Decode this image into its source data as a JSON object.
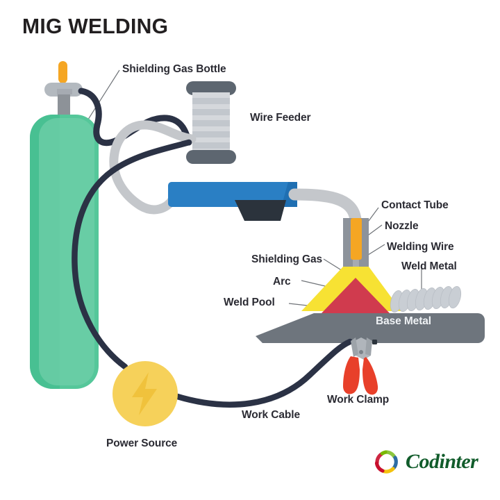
{
  "title": "MIG WELDING",
  "brand": {
    "name": "Codinter",
    "logo_icon": "swirl-ring-logo-icon",
    "logo_colors": [
      "#8cc63e",
      "#2e6da4",
      "#c8102e",
      "#f4c20d",
      "#7ab800"
    ]
  },
  "labels": {
    "shielding_gas_bottle": "Shielding Gas Bottle",
    "wire_feeder": "Wire Feeder",
    "contact_tube": "Contact Tube",
    "nozzle": "Nozzle",
    "welding_wire": "Welding Wire",
    "weld_metal": "Weld Metal",
    "shielding_gas": "Shielding Gas",
    "arc": "Arc",
    "weld_pool": "Weld Pool",
    "base_metal": "Base Metal",
    "work_clamp": "Work Clamp",
    "work_cable": "Work Cable",
    "power_source": "Power Source"
  },
  "colors": {
    "background": "#ffffff",
    "title": "#221f20",
    "label_text": "#2b2b33",
    "label_text_light": "#eef1f4",
    "gas_bottle_body": "#55c79a",
    "gas_bottle_body_light": "#6fcfa8",
    "gas_bottle_edge": "#3cb98a",
    "gas_bottle_valve": "#b3b9bf",
    "gas_bottle_neck": "#8d9298",
    "gas_bottle_tip": "#f5a623",
    "spool_flange": "#5d6670",
    "spool_body": "#d5d8dc",
    "spool_stripe": "#c2c7cd",
    "gun_body": "#2a7fc4",
    "gun_body_dark": "#1f6fb2",
    "gun_grip": "#2b333c",
    "hose_gray": "#c4c7cb",
    "cable_dark": "#2b3245",
    "nozzle_gray": "#8d939b",
    "contact_tube": "#f5a623",
    "welding_wire": "#a6abb2",
    "shielding_gas_cone": "#f7e233",
    "weld_pool": "#d03b4e",
    "weld_pool_dark": "#b52f42",
    "weld_bead": "#c9ced4",
    "base_metal": "#6e757d",
    "power_source": "#f6d15a",
    "power_source_bolt": "#f0c23c",
    "clamp_jaw": "#b0b5bb",
    "clamp_handle": "#e8402a",
    "leader_line": "#6f7378"
  },
  "components": [
    {
      "name": "shielding-gas-bottle",
      "label": "Shielding Gas Bottle"
    },
    {
      "name": "wire-feeder",
      "label": "Wire Feeder"
    },
    {
      "name": "welding-gun",
      "label": ""
    },
    {
      "name": "nozzle",
      "label": "Nozzle"
    },
    {
      "name": "contact-tube",
      "label": "Contact Tube"
    },
    {
      "name": "welding-wire",
      "label": "Welding Wire"
    },
    {
      "name": "shielding-gas",
      "label": "Shielding Gas"
    },
    {
      "name": "arc",
      "label": "Arc"
    },
    {
      "name": "weld-pool",
      "label": "Weld Pool"
    },
    {
      "name": "weld-metal",
      "label": "Weld Metal"
    },
    {
      "name": "base-metal",
      "label": "Base Metal"
    },
    {
      "name": "work-clamp",
      "label": "Work Clamp"
    },
    {
      "name": "work-cable",
      "label": "Work Cable"
    },
    {
      "name": "power-source",
      "label": "Power Source"
    }
  ]
}
